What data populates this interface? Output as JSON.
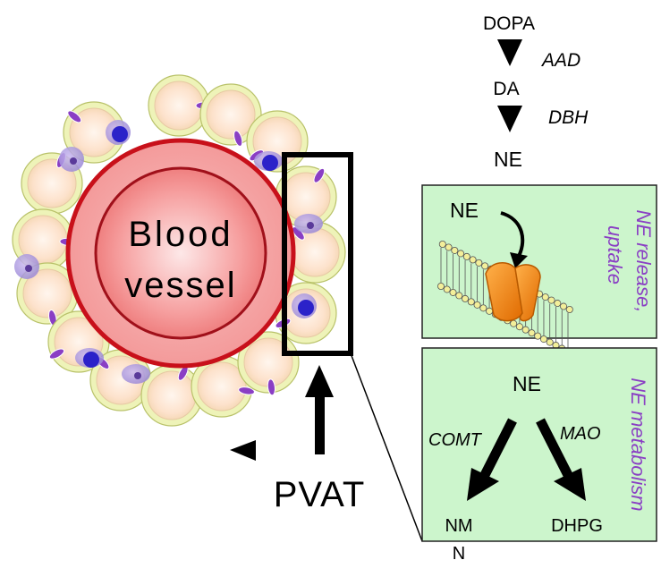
{
  "pathway": {
    "dopa": "DOPA",
    "aad": "AAD",
    "da": "DA",
    "dbh": "DBH",
    "ne": "NE"
  },
  "vessel": {
    "line1": "Blood",
    "line2": "vessel"
  },
  "pvat_label": "PVAT",
  "release_panel": {
    "ne": "NE",
    "title_line1": "NE release,",
    "title_line2": "uptake"
  },
  "metabolism_panel": {
    "ne": "NE",
    "comt": "COMT",
    "mao": "MAO",
    "nmn_line1": "NM",
    "nmn_line2": "N",
    "dhpg": "DHPG",
    "title": "NE metabolism"
  },
  "colors": {
    "vessel_outer": "#d8141e",
    "vessel_fill": "#f7a3a3",
    "panel_bg": "#ccf5cc",
    "adipocyte_fill": "#fde7d2",
    "adipocyte_ring": "#e9eca0",
    "nucleus": "#8a3fc4",
    "label_purple": "#8a3fc4"
  }
}
